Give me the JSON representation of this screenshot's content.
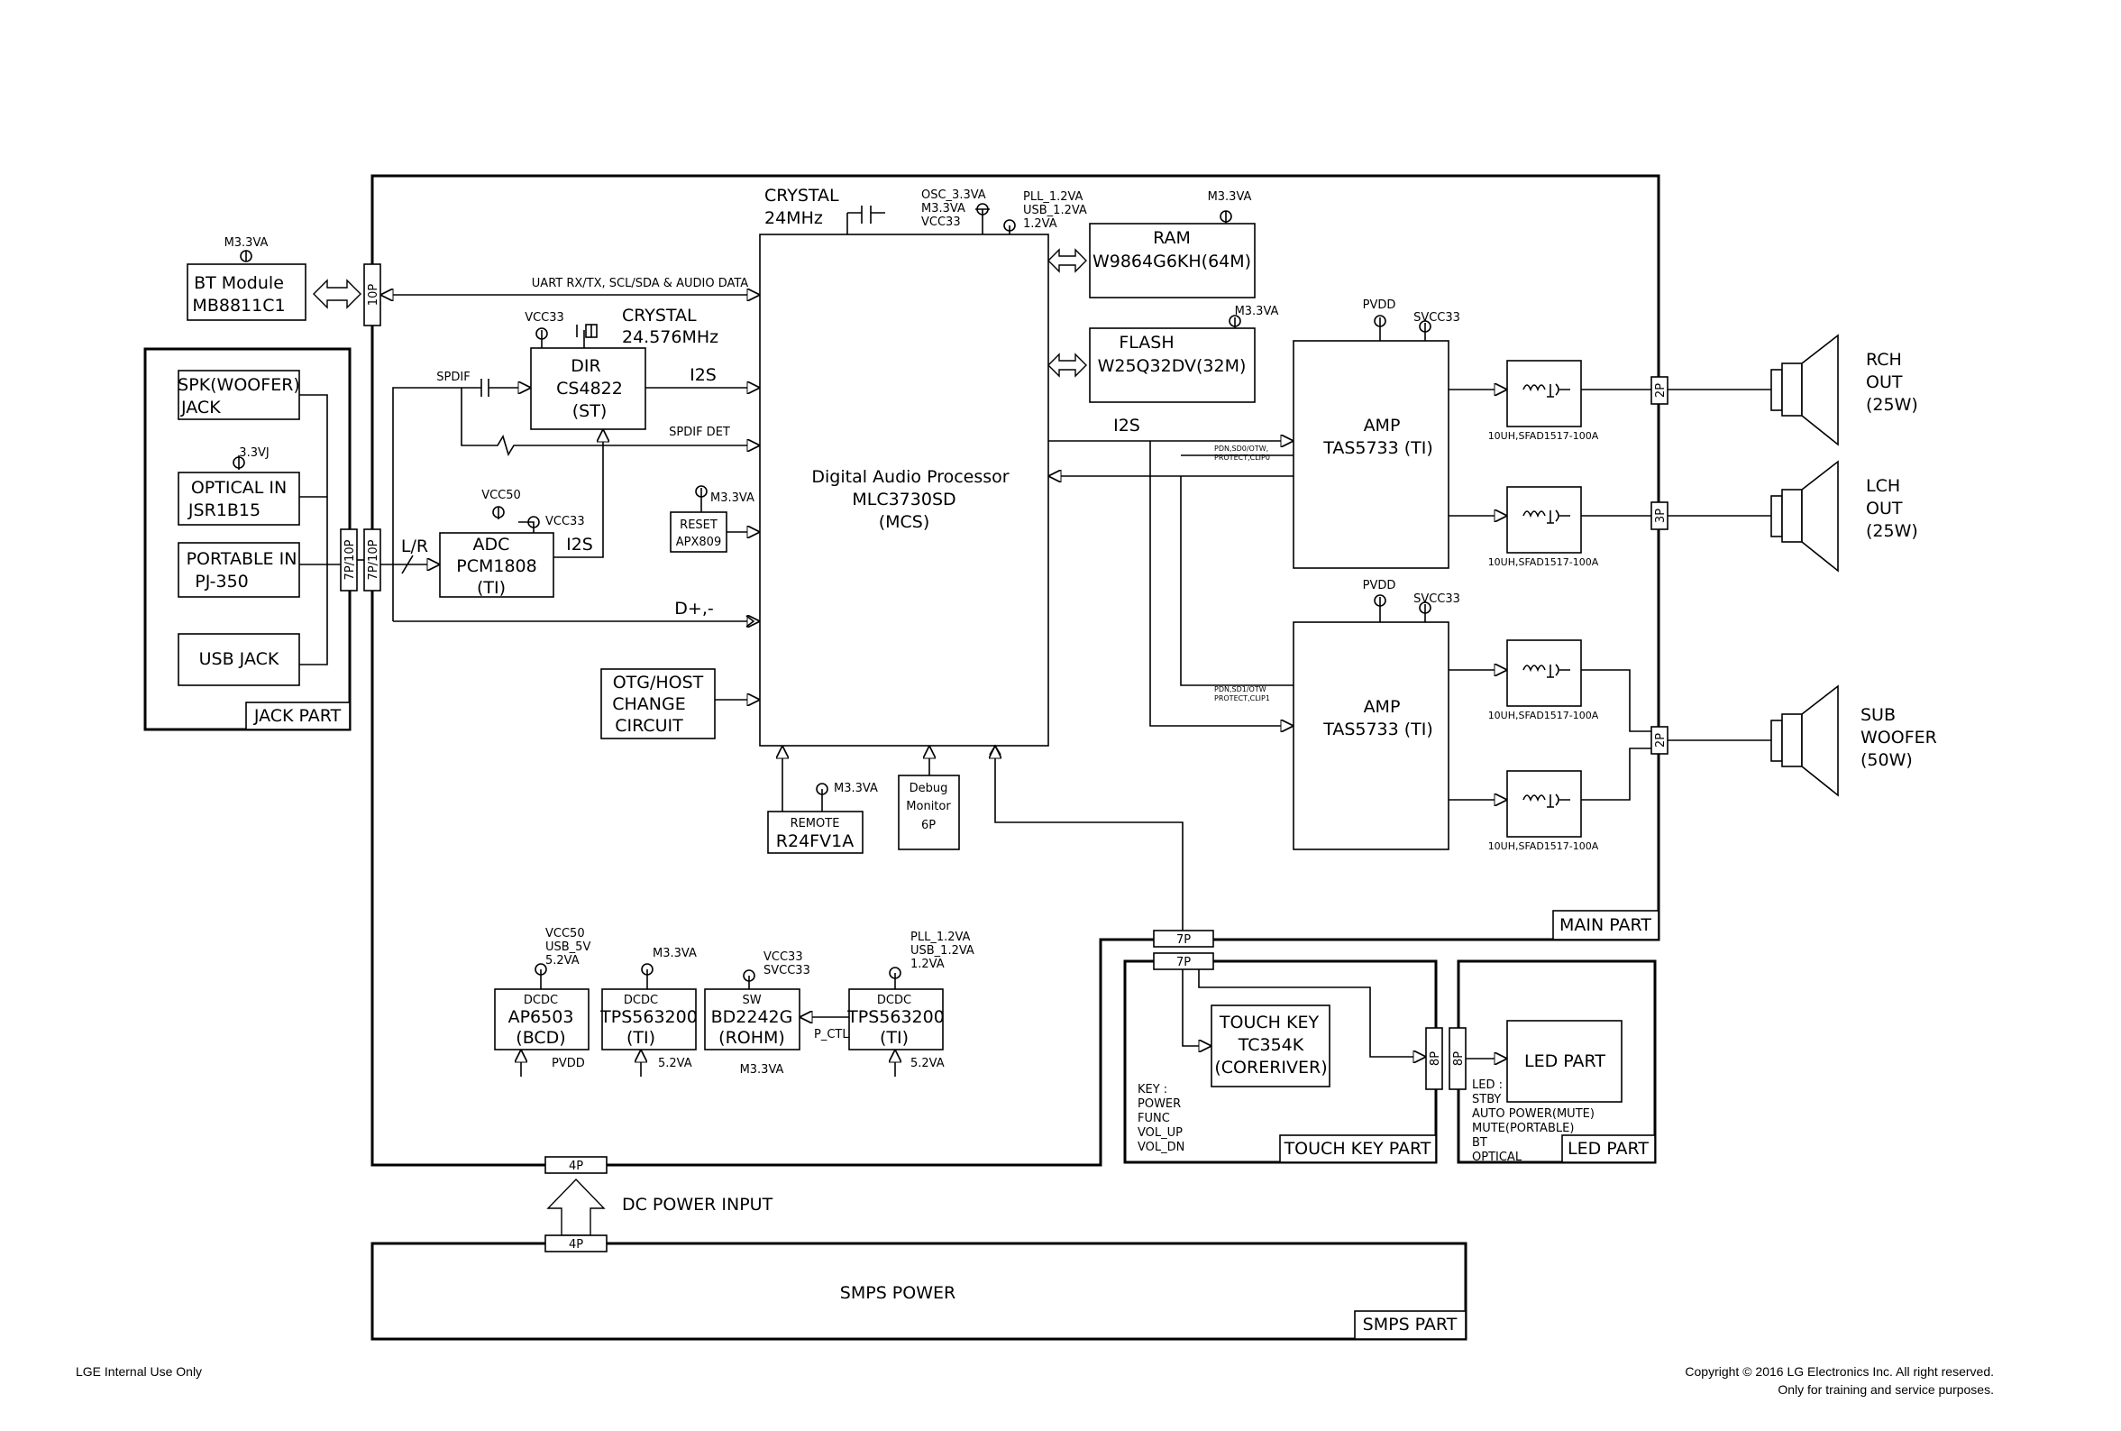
{
  "footer": {
    "left": "LGE Internal Use Only",
    "right1": "Copyright © 2016 LG Electronics Inc. All right reserved.",
    "right2": "Only for training and service purposes."
  },
  "parts": {
    "jack": "JACK PART",
    "main": "MAIN PART",
    "touch": "TOUCH KEY PART",
    "led": "LED PART",
    "smps": "SMPS PART"
  },
  "bt": {
    "line1": "BT Module",
    "line2": "MB8811C1",
    "supply": "M3.3VA",
    "connector": "10P"
  },
  "jack_items": {
    "spk1": "SPK(WOOFER)",
    "spk2": "JACK",
    "opt1": "OPTICAL IN",
    "opt2": "JSR1B15",
    "opt_supply": "3.3VJ",
    "port1": "PORTABLE IN",
    "port2": "PJ-350",
    "usb": "USB JACK",
    "conn_a": "7P/10P",
    "conn_b": "7P/10P"
  },
  "signals": {
    "uart": "UART RX/TX, SCL/SDA & AUDIO DATA",
    "spdif": "SPDIF",
    "spdif_det": "SPDIF DET",
    "i2s_dir": "I2S",
    "i2s_adc": "I2S",
    "i2s_amp": "I2S",
    "lr": "L/R",
    "dpm": "D+,-",
    "pctl": "P_CTL",
    "amp1_ctl1": "PDN,SD0/OTW,",
    "amp1_ctl2": "PROTECT,CLIP0",
    "amp2_ctl1": "PDN,SD1/OTW",
    "amp2_ctl2": "PROTECT,CLIP1"
  },
  "crystal1": {
    "line1": "CRYSTAL",
    "line2": "24MHz"
  },
  "crystal2": {
    "line1": "CRYSTAL",
    "line2": "24.576MHz"
  },
  "dsp": {
    "line1": "Digital Audio Processor",
    "line2": "MLC3730SD",
    "line3": "(MCS)",
    "supply1": "OSC_3.3VA",
    "supply2": "M3.3VA",
    "supply3": "VCC33",
    "supply4": "PLL_1.2VA",
    "supply5": "USB_1.2VA",
    "supply6": "1.2VA"
  },
  "ram": {
    "line1": "RAM",
    "line2": "W9864G6KH(64M)",
    "supply": "M3.3VA"
  },
  "flash": {
    "line1": "FLASH",
    "line2": "W25Q32DV(32M)",
    "supply": "M3.3VA"
  },
  "dir": {
    "line1": "DIR",
    "line2": "CS4822",
    "line3": "(ST)",
    "supply": "VCC33"
  },
  "adc": {
    "line1": "ADC",
    "line2": "PCM1808",
    "line3": "(TI)",
    "supply1": "VCC50",
    "supply2": "VCC33"
  },
  "reset": {
    "line1": "RESET",
    "line2": "APX809",
    "supply": "M3.3VA"
  },
  "otg": {
    "line1": "OTG/HOST",
    "line2": "CHANGE",
    "line3": "CIRCUIT"
  },
  "remote": {
    "line1": "REMOTE",
    "line2": "R24FV1A",
    "supply": "M3.3VA"
  },
  "debug": {
    "line1": "Debug",
    "line2": "Monitor",
    "line3": "6P"
  },
  "amp1": {
    "line1": "AMP",
    "line2": "TAS5733  (TI)",
    "supply1": "PVDD",
    "supply2": "SVCC33"
  },
  "amp2": {
    "line1": "AMP",
    "line2": "TAS5733  (TI)",
    "supply1": "PVDD",
    "supply2": "SVCC33"
  },
  "filter_label": "10UH,SFAD1517-100A",
  "speakers": {
    "rch1": "RCH",
    "rch2": "OUT",
    "rch3": "(25W)",
    "rch_conn": "2P",
    "lch1": "LCH",
    "lch2": "OUT",
    "lch3": "(25W)",
    "lch_conn": "3P",
    "sub1": "SUB",
    "sub2": "WOOFER",
    "sub3": "(50W)",
    "sub_conn": "2P"
  },
  "power": {
    "dc1": {
      "line1": "DCDC",
      "line2": "AP6503",
      "line3": "(BCD)",
      "out1": "VCC50",
      "out2": "USB_5V",
      "out3": "5.2VA",
      "in": "PVDD"
    },
    "dc2": {
      "line1": "DCDC",
      "line2": "TPS563200",
      "line3": "(TI)",
      "out1": "M3.3VA",
      "in": "5.2VA"
    },
    "sw": {
      "line1": "SW",
      "line2": "BD2242G",
      "line3": "(ROHM)",
      "out1": "VCC33",
      "out2": "SVCC33",
      "in": "M3.3VA"
    },
    "dc3": {
      "line1": "DCDC",
      "line2": "TPS563200",
      "line3": "(TI)",
      "out1": "PLL_1.2VA",
      "out2": "USB_1.2VA",
      "out3": "1.2VA",
      "in": "5.2VA"
    }
  },
  "dc_input": {
    "label": "DC POWER INPUT",
    "conn_top": "4P",
    "conn_bottom": "4P"
  },
  "smps": {
    "label": "SMPS POWER"
  },
  "main_conn": "7P",
  "touch_conn": "7P",
  "touch_key": {
    "line1": "TOUCH KEY",
    "line2": "TC354K",
    "line3": "(CORERIVER)",
    "keys": [
      "KEY :",
      "POWER",
      "FUNC",
      "VOL_UP",
      "VOL_DN"
    ]
  },
  "led": {
    "label": "LED PART",
    "conn_a": "8P",
    "conn_b": "8P",
    "items": [
      "LED :",
      "STBY",
      "AUTO POWER(MUTE)",
      "MUTE(PORTABLE)",
      "BT",
      "OPTICAL"
    ]
  }
}
